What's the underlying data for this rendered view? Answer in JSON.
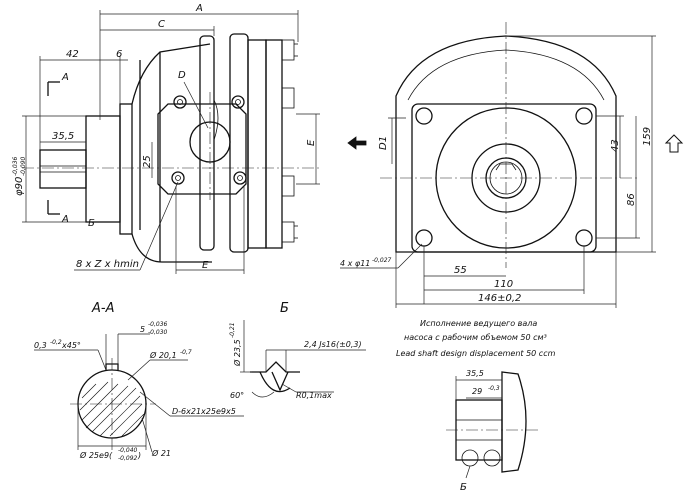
{
  "dims": {
    "A": "A",
    "C": "C",
    "D": "D",
    "E": "E",
    "E_bottom": "E",
    "d42": "42",
    "d6": "6",
    "d35_5": "35,5",
    "d25": "25",
    "phi90_main": "φ90",
    "phi90_upper": "-0,036",
    "phi90_lower": "-0,090",
    "bolts": "8 x Z x hmin",
    "D1": "D1",
    "d43": "43",
    "d86": "86",
    "d159": "159",
    "d55": "55",
    "d110": "110",
    "d146": "146±0,2",
    "holes_main": "4 x φ11",
    "holes_tol": "-0,027"
  },
  "labels": {
    "section_A_left_1": "A",
    "section_A_left_2": "A",
    "section_B_left": "Б",
    "section_AA_title": "A-A",
    "section_B_title": "Б",
    "detail_B_label": "Б"
  },
  "section_aa": {
    "chamfer": "0,3",
    "chamfer_tol": "-0,2",
    "chamfer_angle": "x45°",
    "key_w": "5",
    "key_w_upper": "-0,036",
    "key_w_lower": "-0,030",
    "d20_1": "Ø 20,1",
    "d20_1_tol": "-0,7",
    "spline": "D-6x21x25e9x5",
    "d25e9": "Ø 25e9(",
    "d25e9_upper": "-0,040",
    "d25e9_lower": "-0,092",
    "d25e9_close": ")",
    "d21": "Ø 21"
  },
  "section_b": {
    "d23_5": "Ø 23,5",
    "d23_5_tol": "-0,21",
    "js16": "2,4 Js16(±0,3)",
    "angle": "60°",
    "radius": "R0,1max"
  },
  "variant": {
    "ru_line1": "Исполнение ведущего вала",
    "ru_line2": "насоса с рабочим объемом 50 см³",
    "en_line": "Lead shaft design displacement 50 ccm",
    "d35_5": "35,5",
    "d29": "29",
    "d29_tol": "-0,3"
  }
}
